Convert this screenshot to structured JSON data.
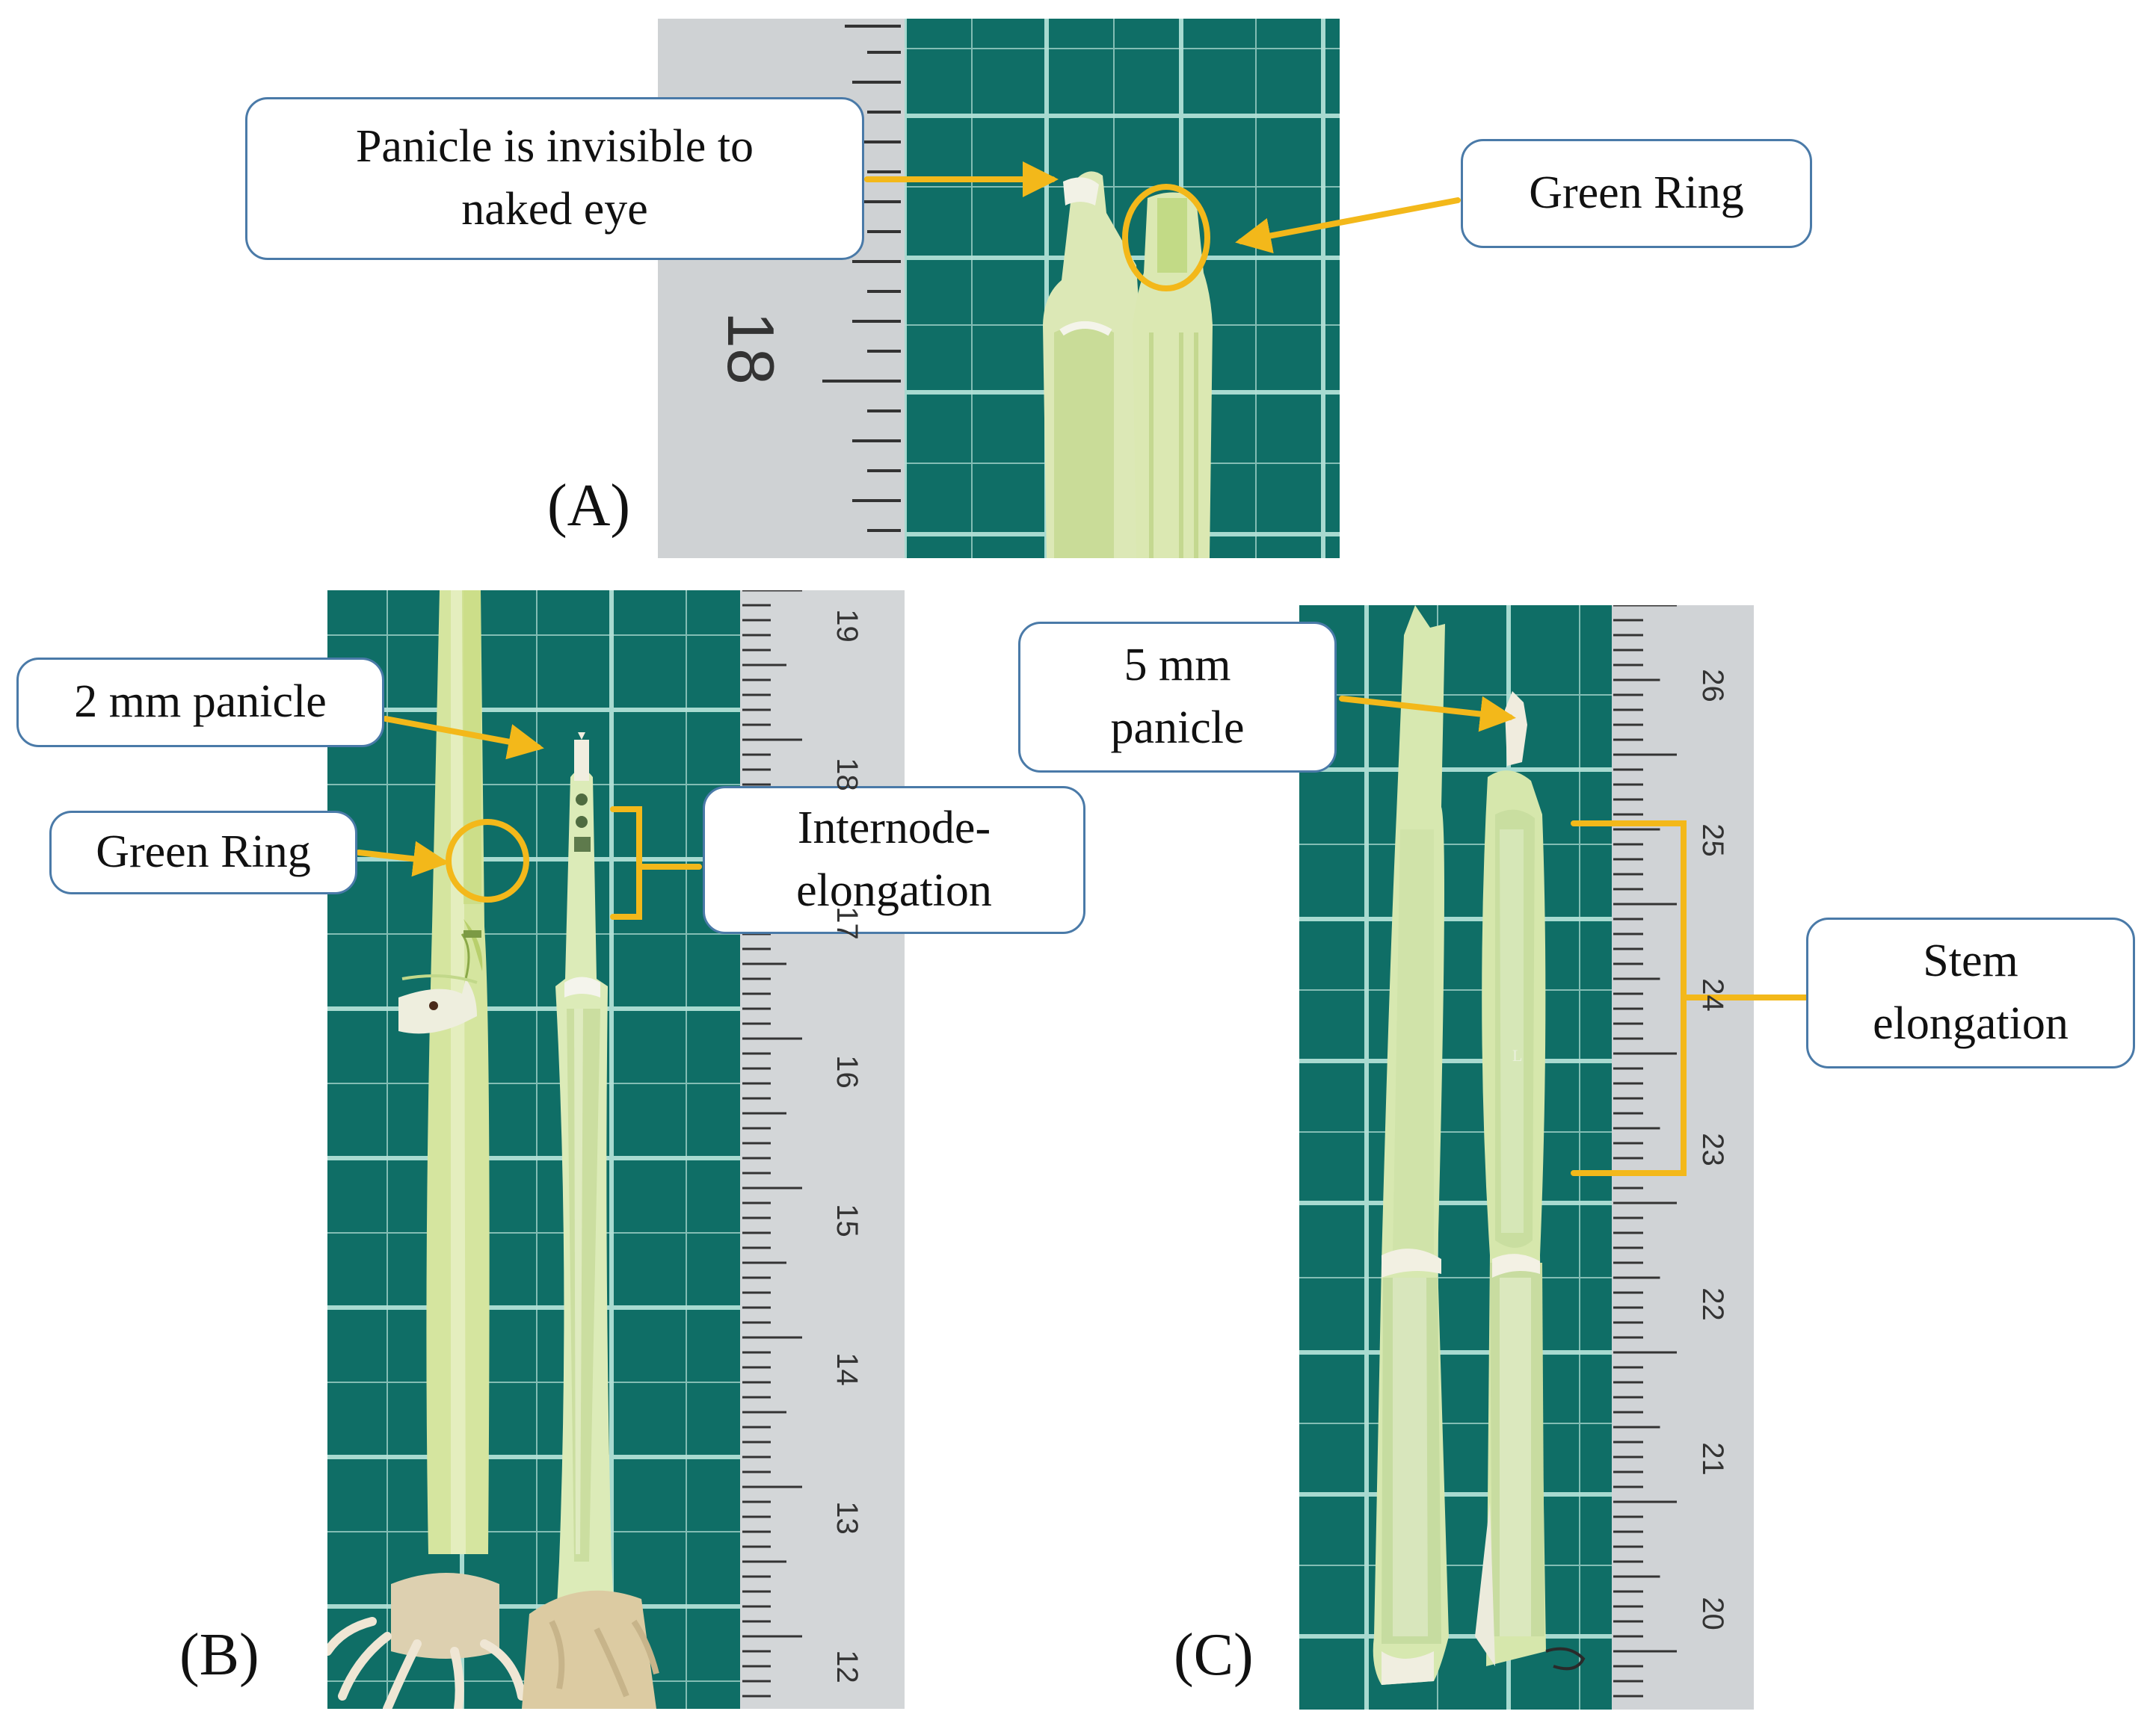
{
  "figure": {
    "panel_labels": {
      "a": "(A)",
      "b": "(B)",
      "c": "(C)"
    },
    "callouts": {
      "a_panicle": "Panicle is invisible to\nnaked eye",
      "a_green_ring": "Green Ring",
      "b_panicle": "2 mm panicle",
      "b_green_ring": "Green Ring",
      "b_internode": "Internode-\nelongation",
      "c_panicle": "5 mm\npanicle",
      "c_stem": "Stem\nelongation"
    },
    "ruler_marks": {
      "a": [
        "18"
      ],
      "b": [
        "19",
        "18",
        "17",
        "16",
        "15",
        "14",
        "13",
        "12"
      ],
      "c": [
        "26",
        "25",
        "24",
        "23",
        "22",
        "21",
        "20"
      ]
    }
  },
  "colors": {
    "mat": "#0f6e66",
    "grid": "#a8dad0",
    "stem": "#d4e4a8",
    "annotation": "#f3b81a",
    "callout_border": "#4a7aa8",
    "ruler": "#cfd2d4"
  }
}
